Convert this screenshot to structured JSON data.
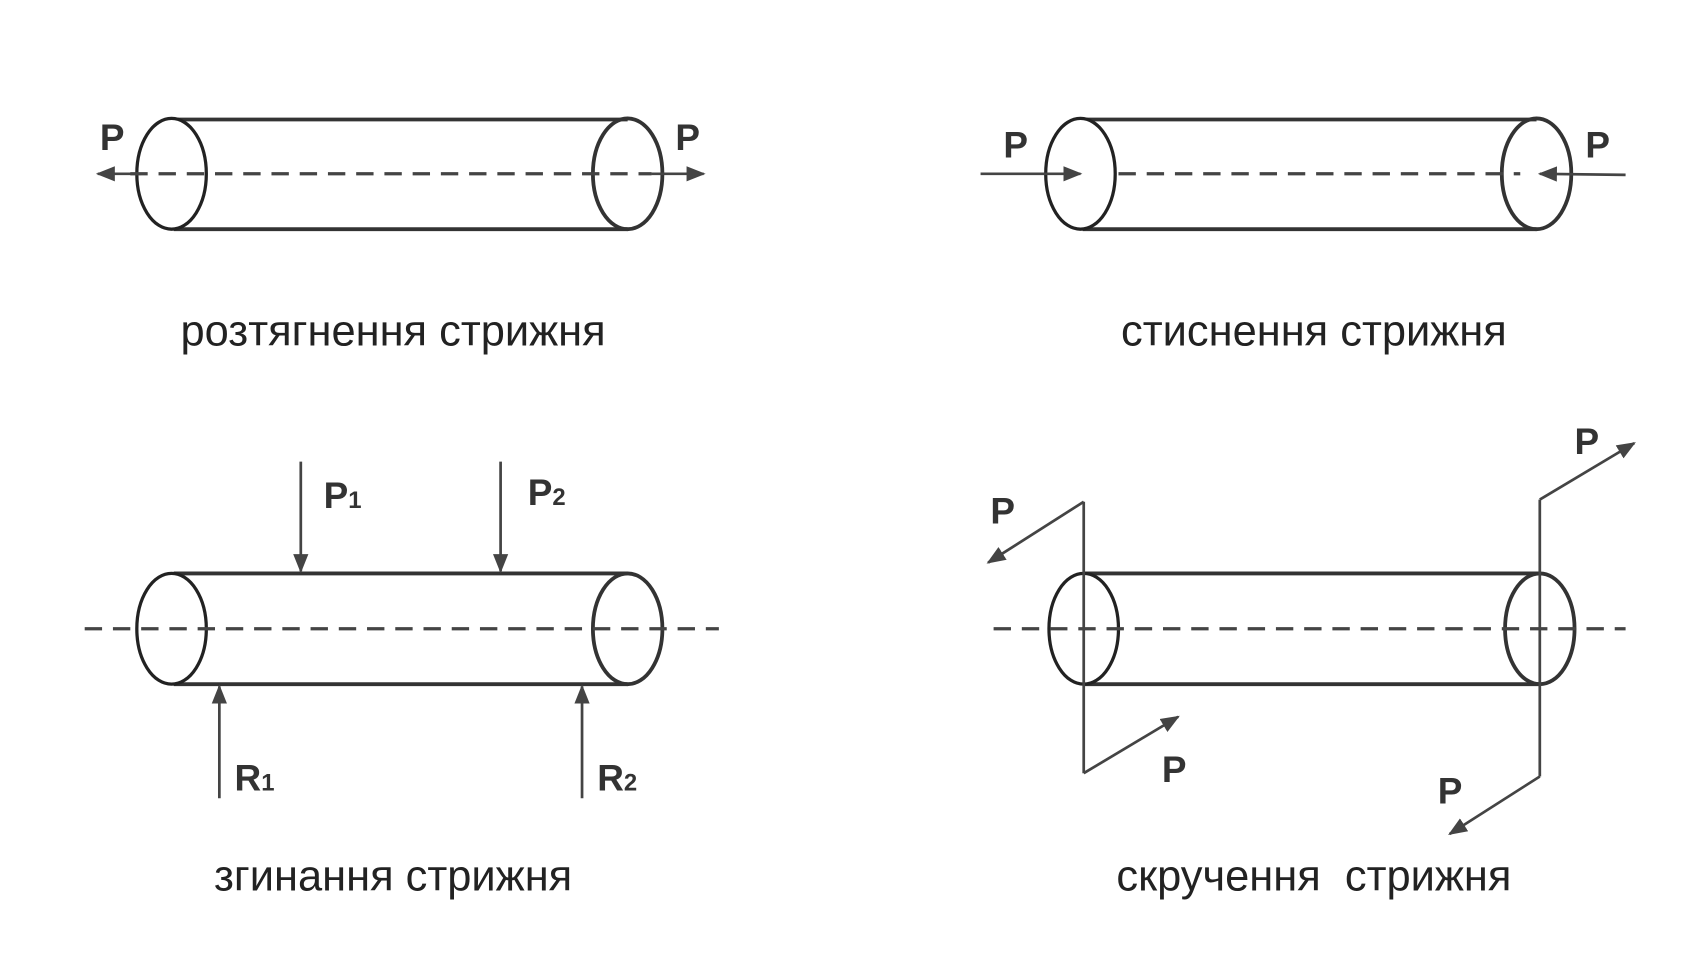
{
  "panels": [
    {
      "caption": "розтягнення стрижня",
      "labels": [
        "P",
        "P"
      ]
    },
    {
      "caption": "стиснення стрижня",
      "labels": [
        "P",
        "P"
      ]
    },
    {
      "caption": "згинання стрижня",
      "labels": [
        {
          "main": "P",
          "sub": "1"
        },
        {
          "main": "P",
          "sub": "2"
        },
        {
          "main": "R",
          "sub": "1"
        },
        {
          "main": "R",
          "sub": "2"
        }
      ]
    },
    {
      "caption": "скручення  стрижня",
      "labels": [
        "P",
        "P",
        "P",
        "P"
      ]
    }
  ],
  "colors": {
    "stroke": "#333333",
    "text": "#222222"
  }
}
